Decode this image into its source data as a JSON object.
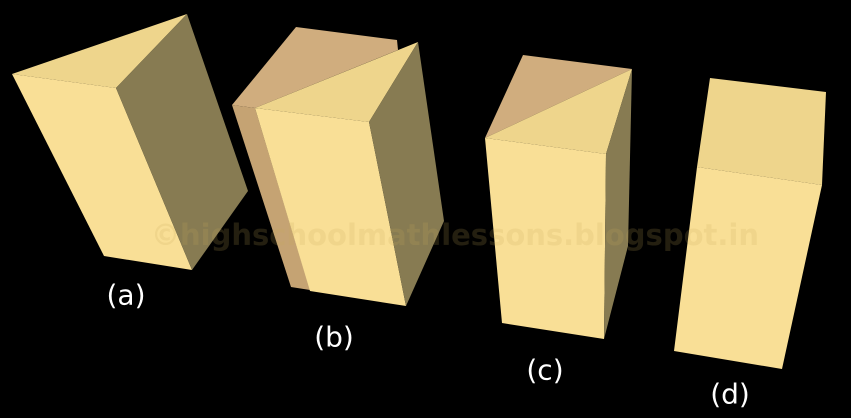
{
  "figures": [
    {
      "label": "(a)"
    },
    {
      "label": "(b)"
    },
    {
      "label": "(c)"
    },
    {
      "label": "(d)"
    }
  ],
  "watermark": "©highschoolmathlessons.blogspot.in",
  "colors": {
    "front_face": "#f9df96",
    "top_face": "#eed58c",
    "side_face": "#877b52",
    "back_top": "#d0ad7e",
    "back_side": "#c5a373",
    "background": "#000000",
    "label": "#ffffff"
  }
}
